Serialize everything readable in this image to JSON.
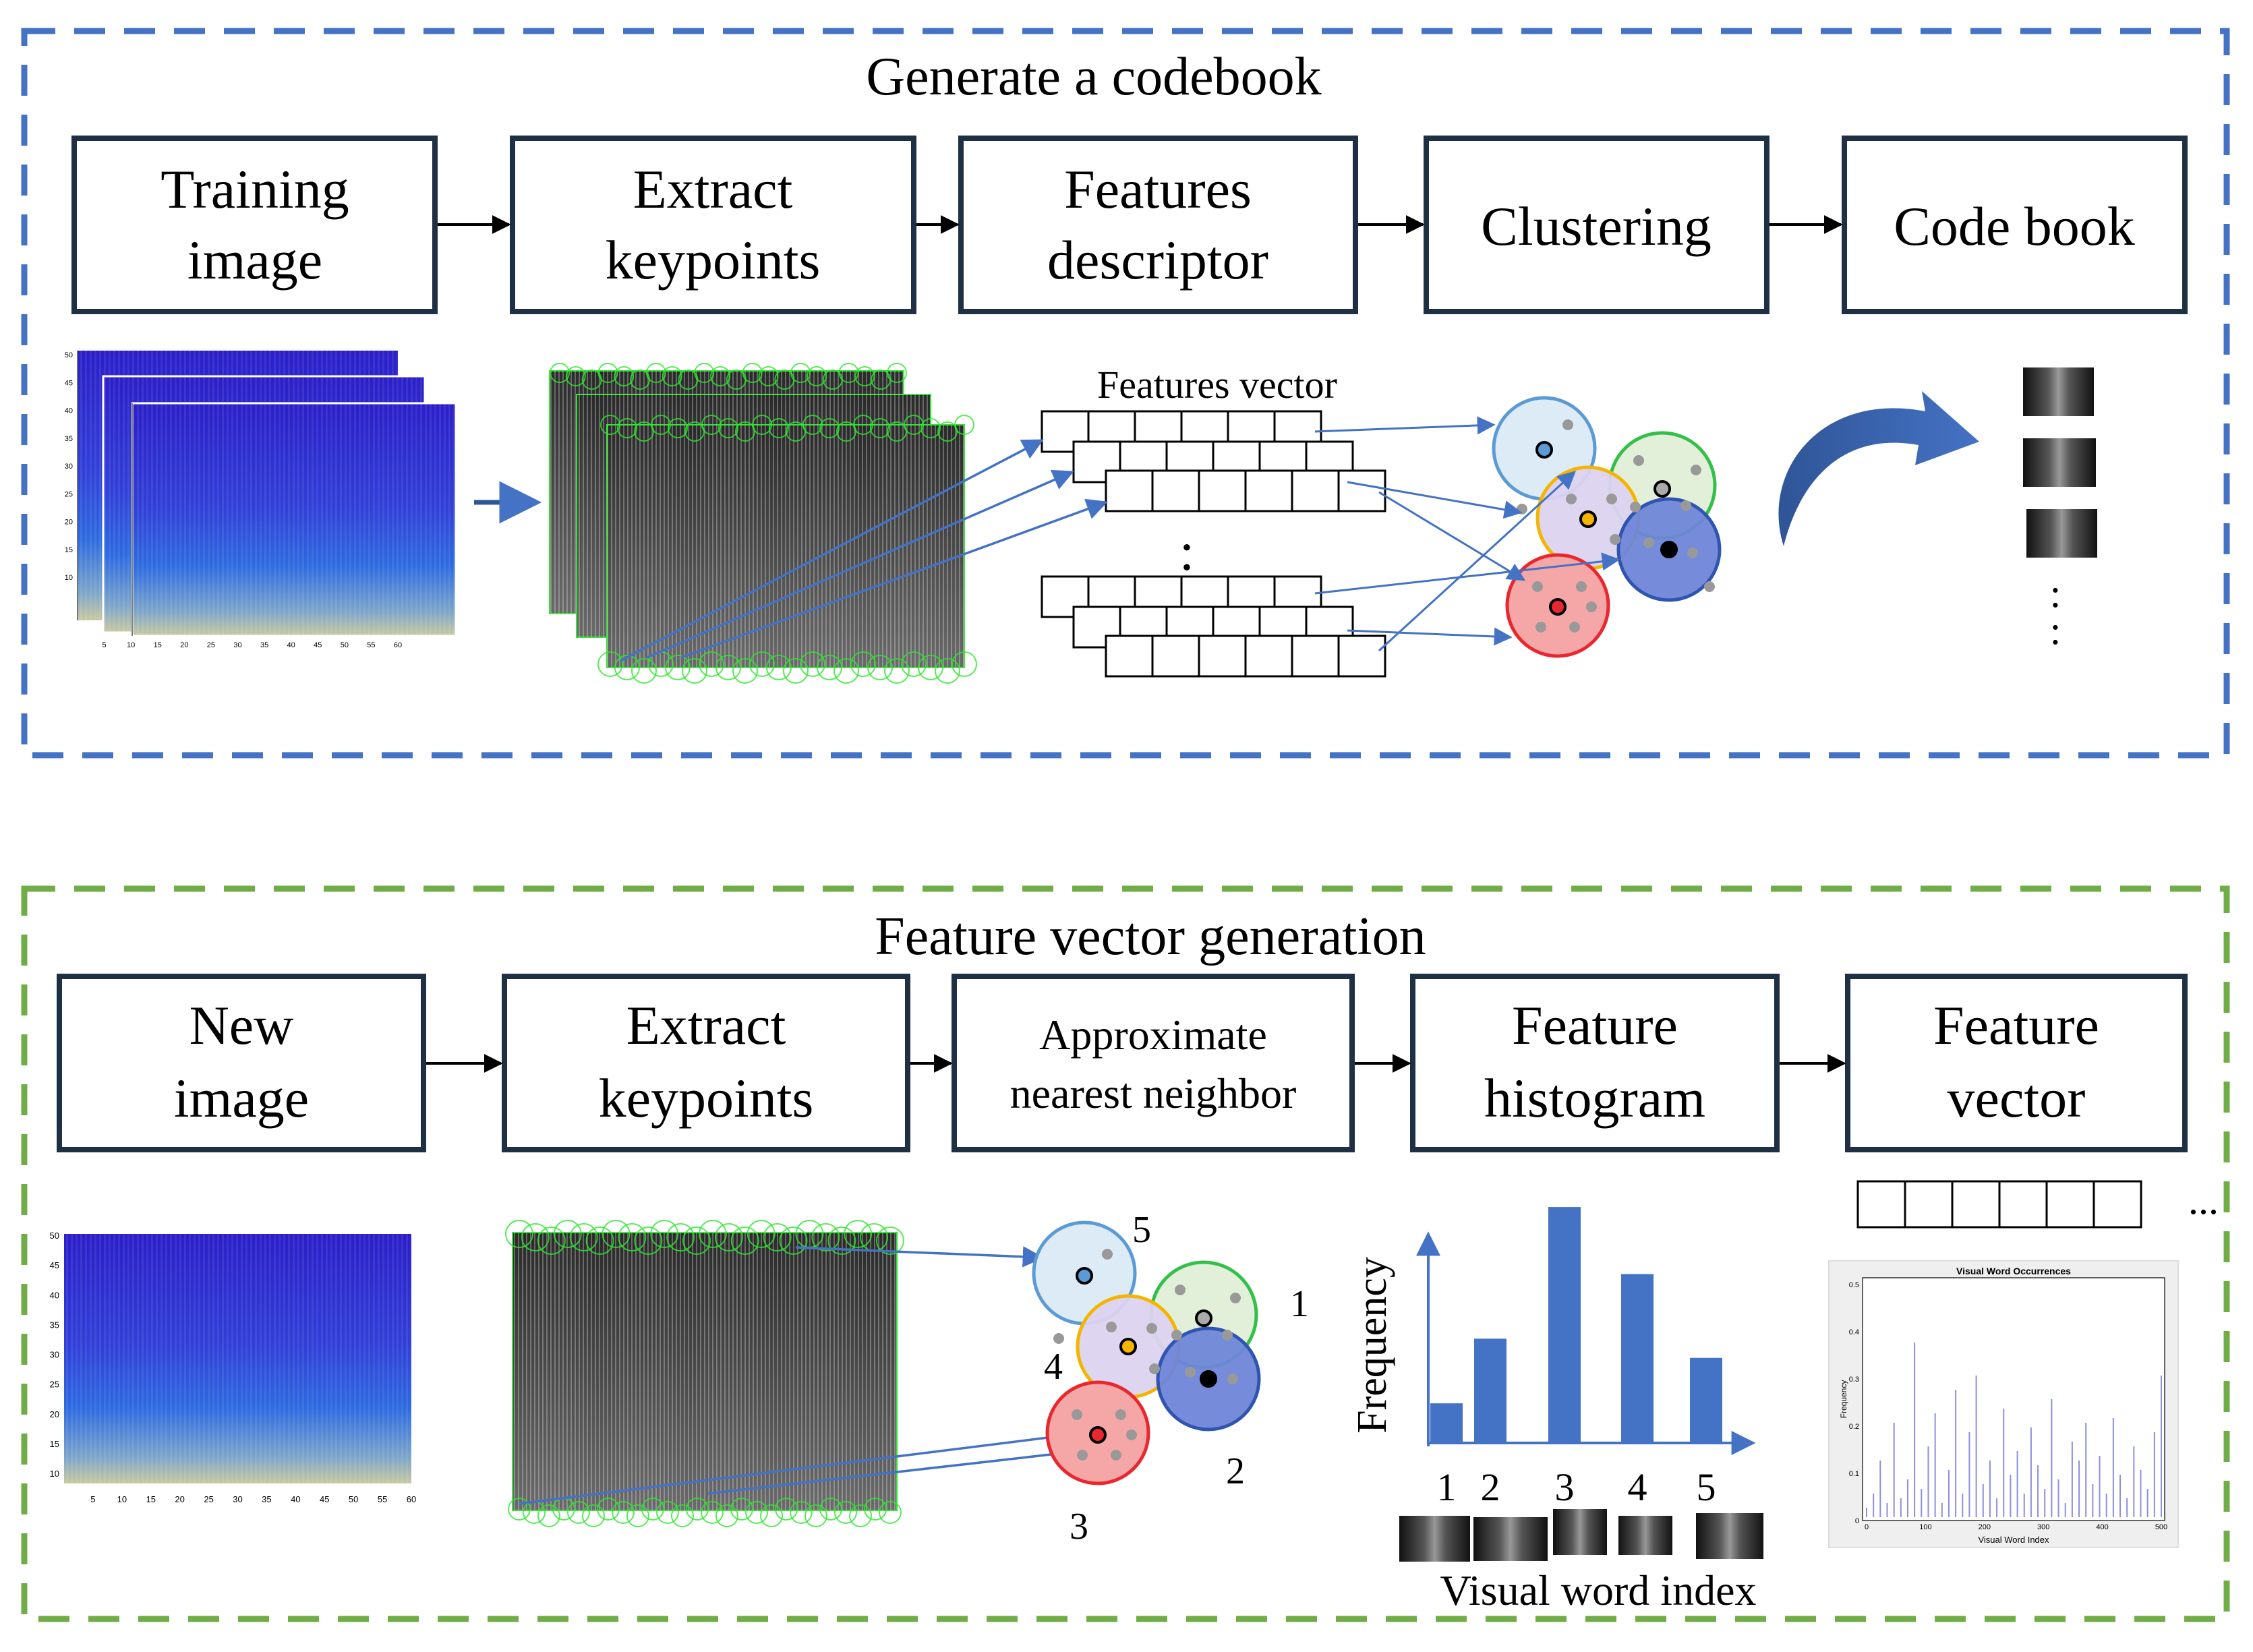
{
  "colors": {
    "codebook_border": "#4472C4",
    "generation_border": "#70AD47",
    "box_border": "#1F3044",
    "spectro_top": "#2B1EC8",
    "spectro_mid": "#2E6BE0",
    "keypoint_green": "#2EE62E",
    "histogram_bar": "#4472C4",
    "arrow_blue": "#4472C4",
    "cluster_blue_fill": "#DDEBF7",
    "cluster_blue_stroke": "#5B9BD5",
    "cluster_green_fill": "#E2F0D9",
    "cluster_green_stroke": "#33C04A",
    "cluster_purple_fill": "#DCD3F0",
    "cluster_purple_stroke": "#F4B400",
    "cluster_navy_fill": "#6F86D8",
    "cluster_navy_stroke": "#2F55B0",
    "cluster_red_fill": "#F5A7A7",
    "cluster_red_stroke": "#E8282E"
  },
  "codebook": {
    "title": "Generate a codebook",
    "steps": [
      {
        "line1": "Training",
        "line2": "image"
      },
      {
        "line1": "Extract",
        "line2": "keypoints"
      },
      {
        "line1": "Features",
        "line2": "descriptor"
      },
      {
        "line1": "Clustering"
      },
      {
        "line1": "Code book"
      }
    ],
    "features_vector_label": "Features vector",
    "vertical_ellipsis": ":",
    "codebook_ellipsis": ":"
  },
  "generation": {
    "title": "Feature vector generation",
    "steps": [
      {
        "line1": "New",
        "line2": "image"
      },
      {
        "line1": "Extract",
        "line2": "keypoints"
      },
      {
        "line1": "Approximate",
        "line2": "nearest neighbor"
      },
      {
        "line1": "Feature",
        "line2": "histogram"
      },
      {
        "line1": "Feature",
        "line2": "vector"
      }
    ],
    "cluster_numbers": [
      "5",
      "1",
      "4",
      "2",
      "3"
    ],
    "histogram": {
      "ylabel": "Frequency",
      "xlabel": "Visual word index",
      "categories": [
        "1",
        "2",
        "3",
        "4",
        "5"
      ],
      "values": [
        1.6,
        4.3,
        9.8,
        7.0,
        3.5
      ]
    },
    "vector_ellipsis": "...",
    "mini_plot": {
      "title": "Visual Word Occurrences",
      "xlabel": "Visual Word Index",
      "ylabel": "Frequency",
      "xticks": [
        "0",
        "100",
        "200",
        "300",
        "400",
        "500"
      ],
      "yticks": [
        "0",
        "0.1",
        "0.2",
        "0.3",
        "0.4",
        "0.5"
      ]
    }
  },
  "spectrogram_axes": {
    "yticks": [
      "50",
      "45",
      "40",
      "35",
      "30",
      "25",
      "20",
      "15",
      "10"
    ],
    "xticks": [
      "5",
      "10",
      "15",
      "20",
      "25",
      "30",
      "35",
      "40",
      "45",
      "50",
      "55",
      "60"
    ]
  },
  "chart_data": {
    "type": "bar",
    "categories": [
      "1",
      "2",
      "3",
      "4",
      "5"
    ],
    "values": [
      1.6,
      4.3,
      9.8,
      7.0,
      3.5
    ],
    "xlabel": "Visual word index",
    "ylabel": "Frequency"
  }
}
